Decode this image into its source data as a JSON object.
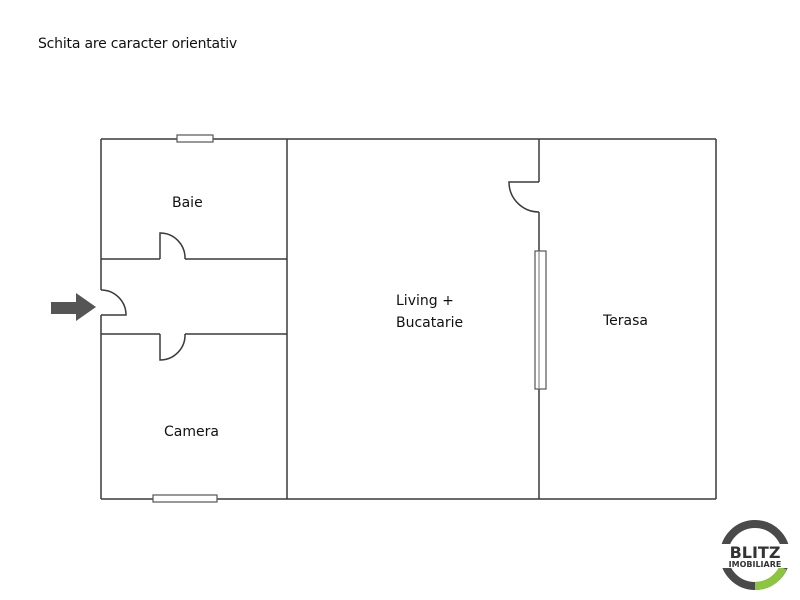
{
  "note": "Schita are caracter orientativ",
  "rooms": {
    "baie": "Baie",
    "camera": "Camera",
    "living_line1": "Living +",
    "living_line2": "Bucatarie",
    "terasa": "Terasa"
  },
  "logo": {
    "line1": "BLITZ",
    "line2": "IMOBILIARE",
    "ring_color": "#4a4a4a",
    "accent_color": "#8cc63f"
  },
  "colors": {
    "wall": "#3a3a3a",
    "arrow": "#555555"
  }
}
